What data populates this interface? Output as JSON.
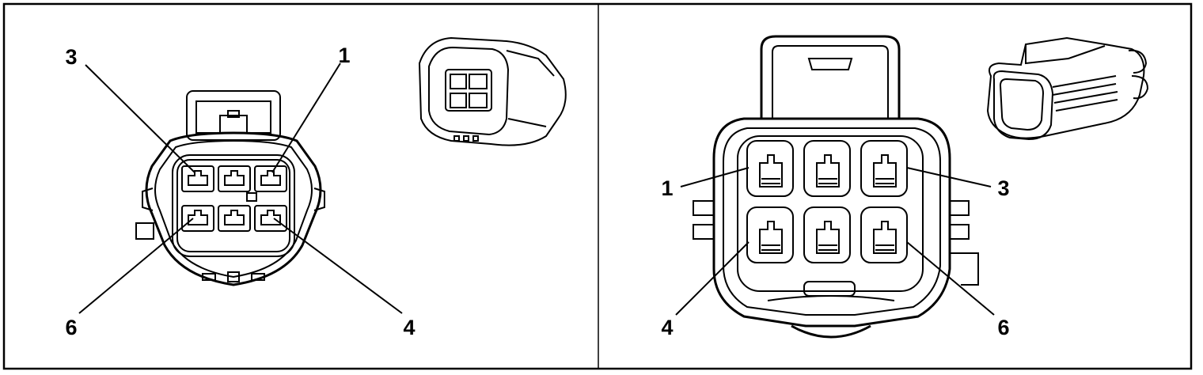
{
  "left_panel": {
    "labels": {
      "pin_3": "3",
      "pin_1": "1",
      "pin_6": "6",
      "pin_4": "4"
    }
  },
  "right_panel": {
    "labels": {
      "pin_1": "1",
      "pin_3": "3",
      "pin_4": "4",
      "pin_6": "6"
    }
  },
  "colors": {
    "line": "#000000",
    "background": "#ffffff"
  }
}
